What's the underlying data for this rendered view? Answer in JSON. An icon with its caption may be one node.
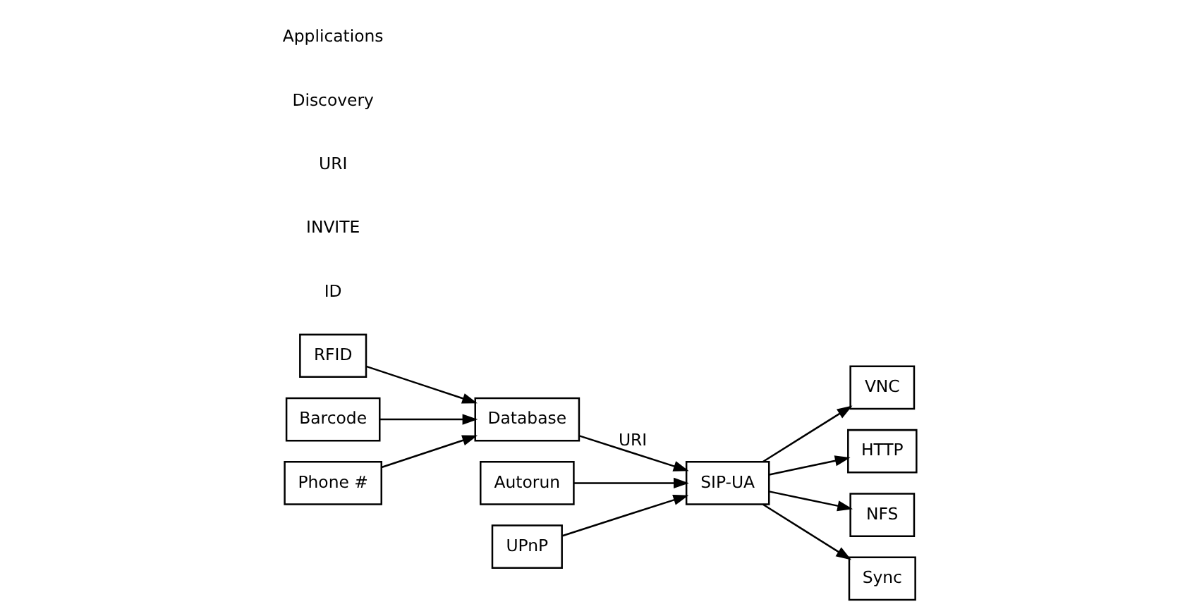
{
  "diagram": {
    "nodes": [
      {
        "text": [
          "RFID"
        ]
      },
      {
        "text": [
          "Barcode"
        ]
      },
      {
        "text": [
          "Phone #"
        ]
      },
      {
        "text": [
          "Database"
        ]
      },
      {
        "text": [
          "Autorun"
        ]
      },
      {
        "text": [
          "UPnP"
        ]
      },
      {
        "text": [
          "SIP-UA"
        ]
      },
      {
        "text": [
          "VNC"
        ]
      },
      {
        "text": [
          "HTTP"
        ]
      },
      {
        "text": [
          "NFS"
        ]
      },
      {
        "text": [
          "Sync"
        ]
      }
    ],
    "edges": [
      {
        "from": 0,
        "to": 3,
        "arrow": "to"
      },
      {
        "from": 1,
        "to": 3,
        "arrow": "to"
      },
      {
        "from": 2,
        "to": 3,
        "arrow": "to"
      },
      {
        "from": 3,
        "to": 6,
        "arrow": "to",
        "label": "URI"
      },
      {
        "from": 4,
        "to": 6,
        "arrow": "to"
      },
      {
        "from": 5,
        "to": 6,
        "arrow": "to"
      },
      {
        "from": 6,
        "to": 7,
        "arrow": "to"
      },
      {
        "from": 6,
        "to": 8,
        "arrow": "to"
      },
      {
        "from": 6,
        "to": 9,
        "arrow": "to"
      },
      {
        "from": 6,
        "to": 10,
        "arrow": "to"
      }
    ],
    "labels": [
      "ID",
      "INVITE",
      "URI",
      "Discovery",
      "Applications"
    ]
  }
}
